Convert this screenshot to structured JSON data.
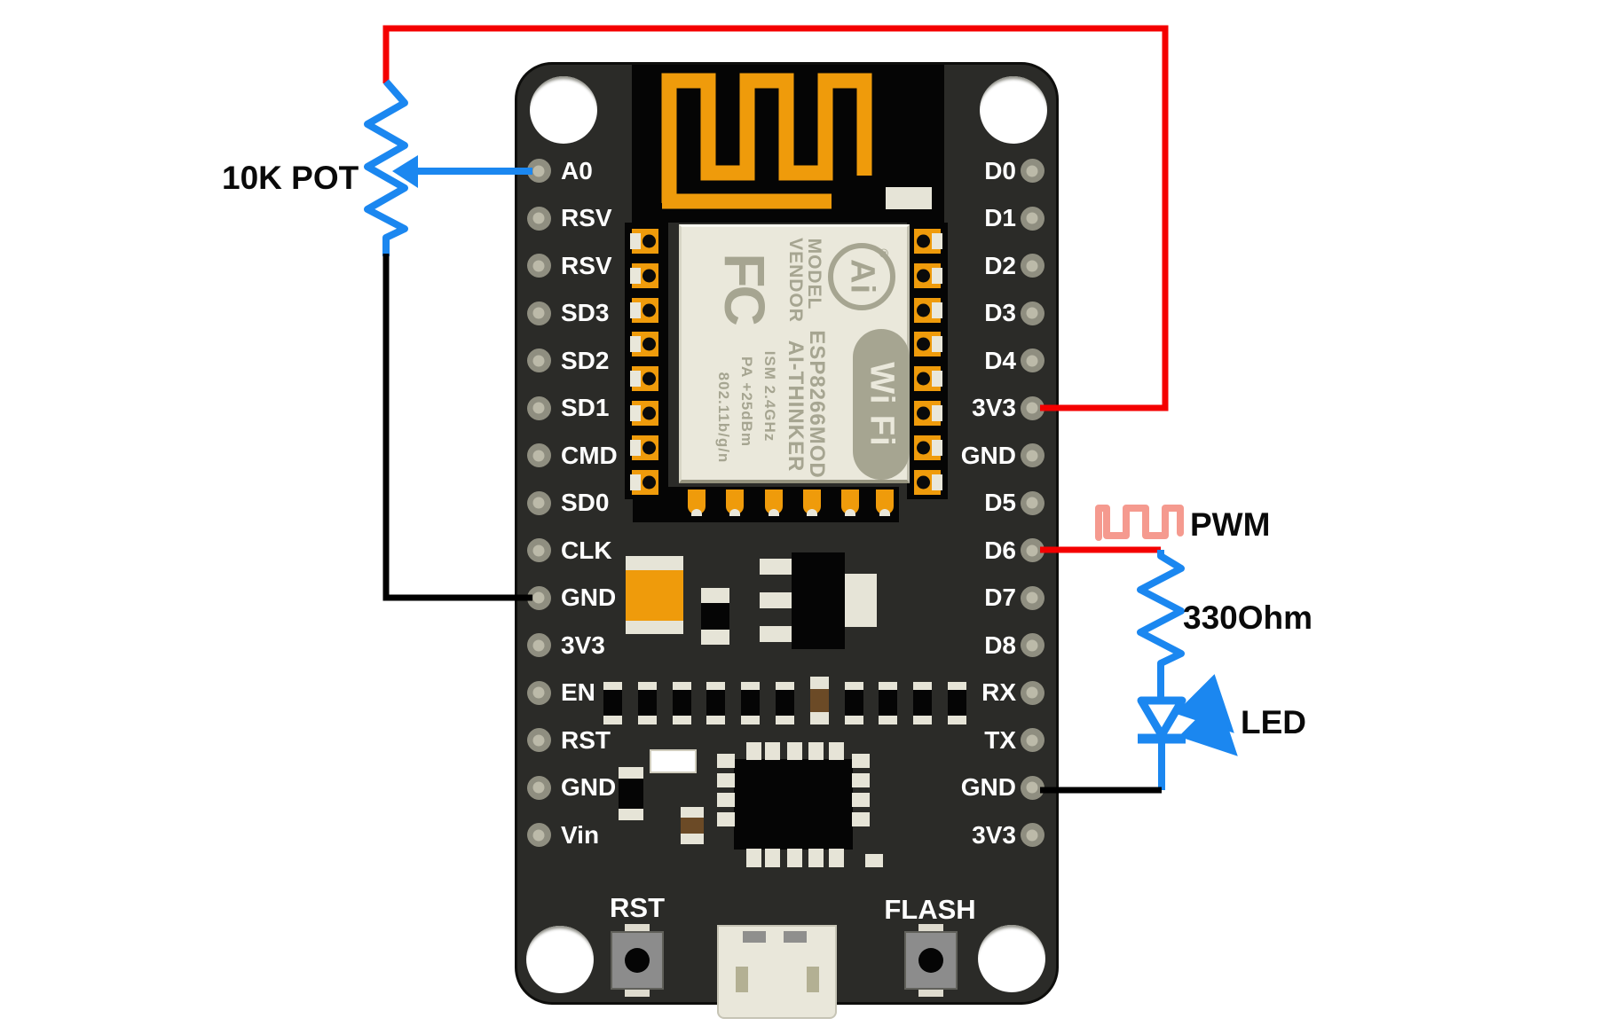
{
  "annotations": {
    "pot_label": "10K POT",
    "pwm_label": "PWM",
    "resistor_label": "330Ohm",
    "led_label": "LED"
  },
  "board": {
    "left_pins": [
      "A0",
      "RSV",
      "RSV",
      "SD3",
      "SD2",
      "SD1",
      "CMD",
      "SD0",
      "CLK",
      "GND",
      "3V3",
      "EN",
      "RST",
      "GND",
      "Vin"
    ],
    "right_pins": [
      "D0",
      "D1",
      "D2",
      "D3",
      "D4",
      "3V3",
      "GND",
      "D5",
      "D6",
      "D7",
      "D8",
      "RX",
      "TX",
      "GND",
      "3V3"
    ],
    "buttons": {
      "reset": "RST",
      "flash": "FLASH"
    },
    "module": {
      "fc_logo": "FC",
      "vendor_label": "VENDOR",
      "model_label": "MODEL",
      "vendor_value": "AI-THINKER",
      "model_value": "ESP8266MOD",
      "ism": "ISM 2.4GHz",
      "pa": "PA +25dBm",
      "standard": "802.11b/g/n",
      "wifi": "Wi Fi",
      "ai_logo": "Ai",
      "registered": "®"
    }
  },
  "colors": {
    "wire_red": "#f40000",
    "wire_blue": "#1b87f0",
    "wire_black": "#000000",
    "pwm_pink": "#f59a8f",
    "pad_orange": "#ef9b0b",
    "board_dark": "#2b2b28",
    "module_beige": "#eae8db",
    "silkscreen": "#a6a591"
  }
}
